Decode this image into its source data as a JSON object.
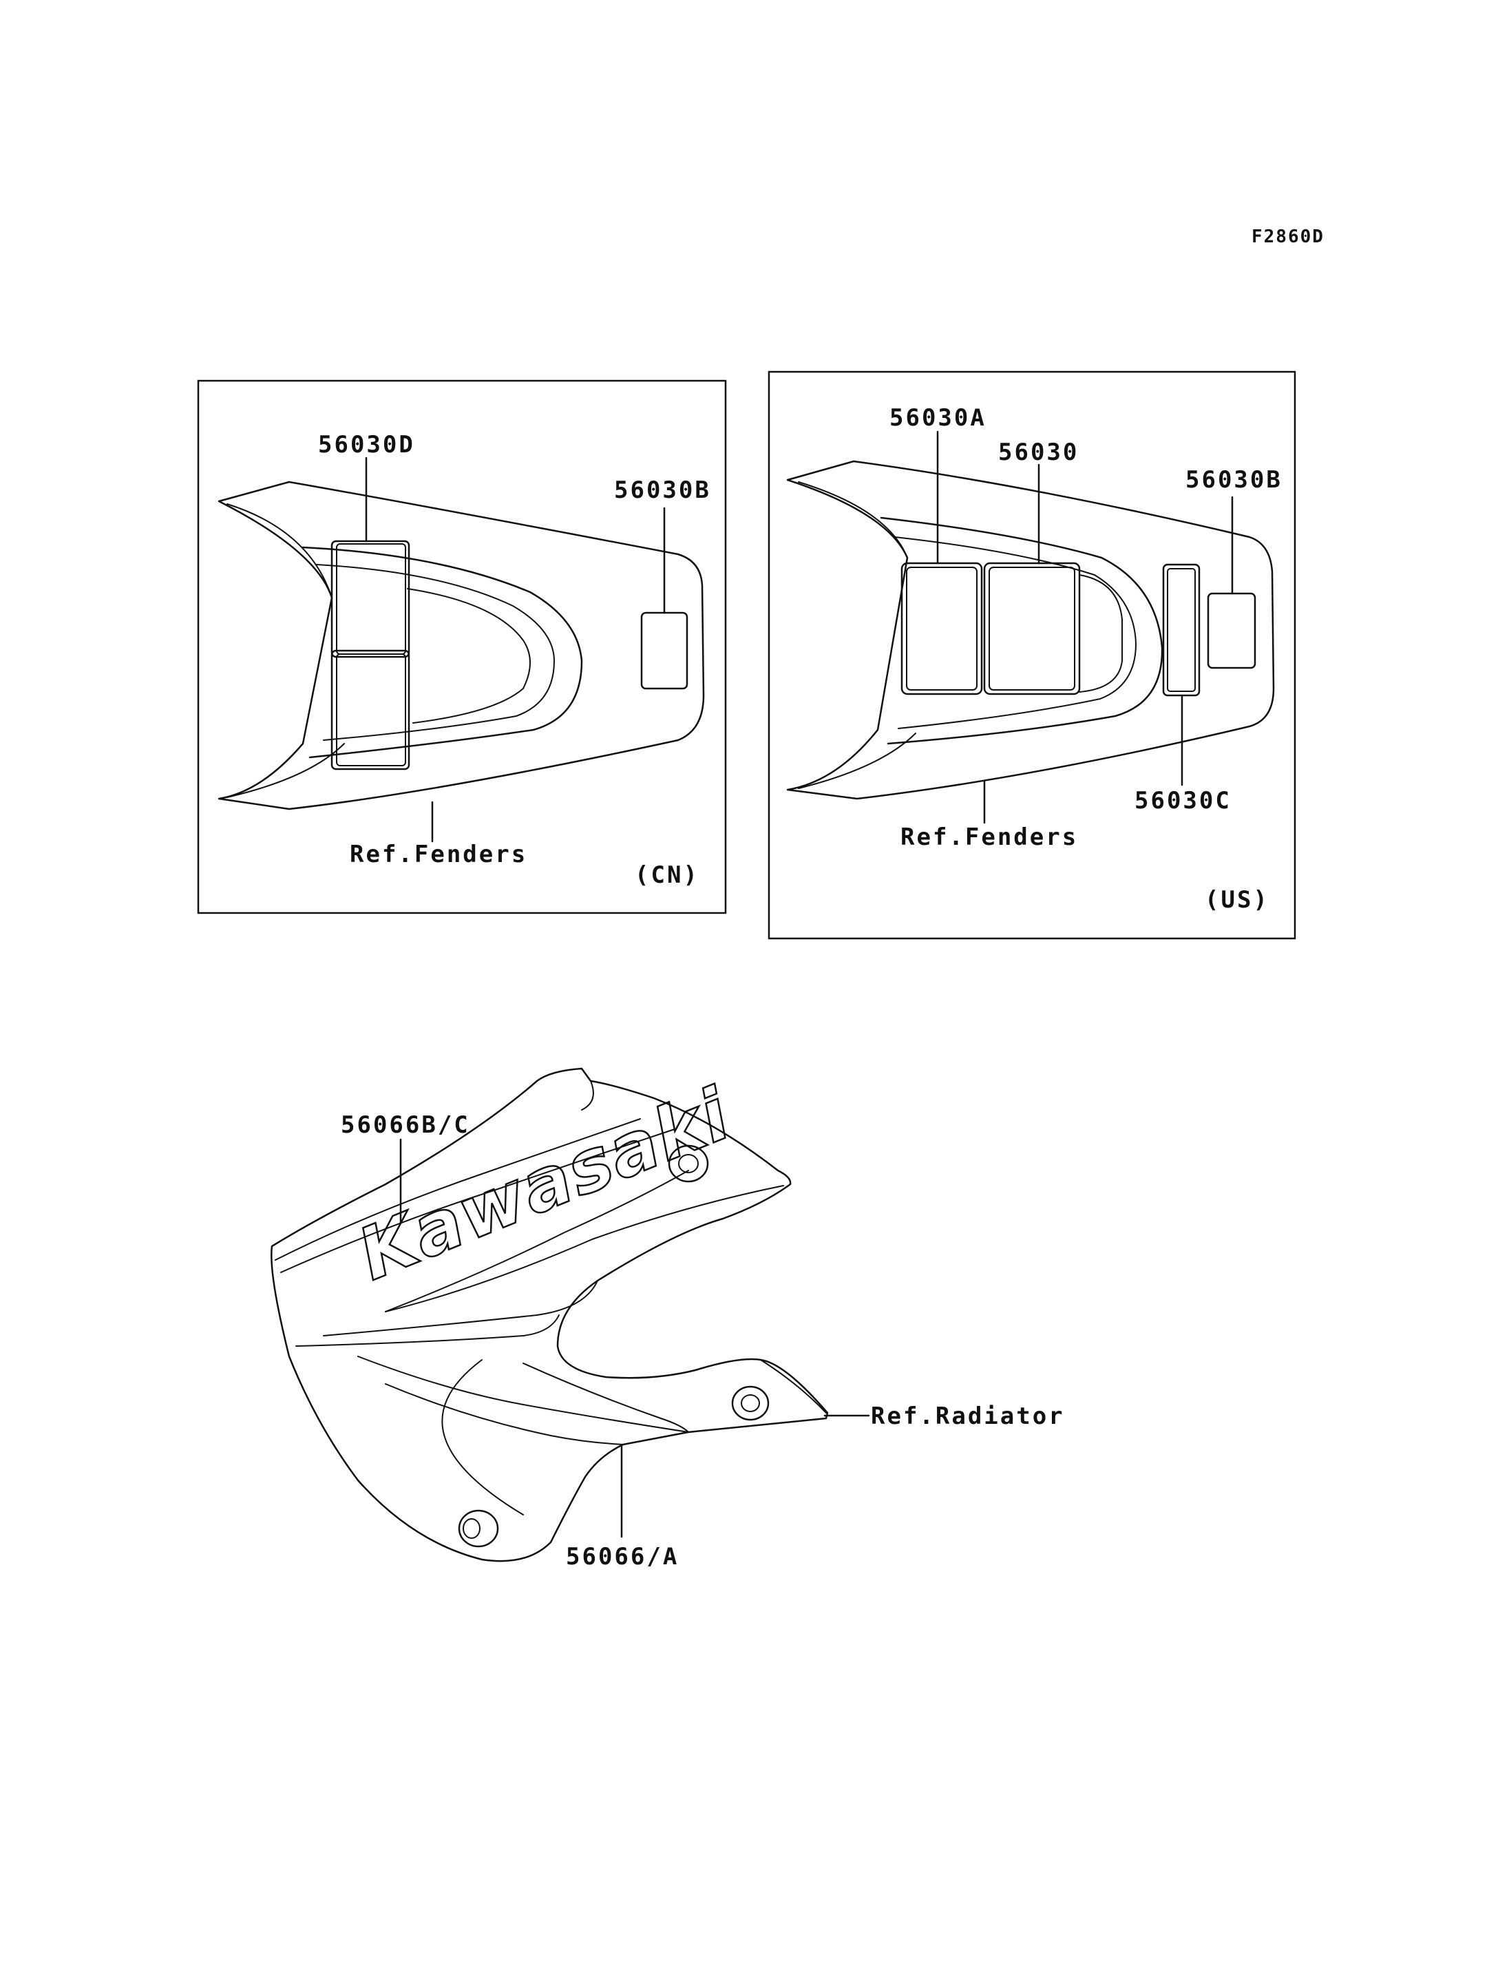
{
  "figure_code": "F2860D",
  "panel_cn": {
    "region": "(CN)",
    "parts": [
      "56030D",
      "56030B"
    ],
    "reference": "Ref.Fenders"
  },
  "panel_us": {
    "region": "(US)",
    "parts": [
      "56030A",
      "56030",
      "56030B",
      "56030C"
    ],
    "reference": "Ref.Fenders"
  },
  "shroud": {
    "brand": "Kawasaki",
    "parts": [
      "56066B/C",
      "56066/A"
    ],
    "reference": "Ref.Radiator"
  }
}
